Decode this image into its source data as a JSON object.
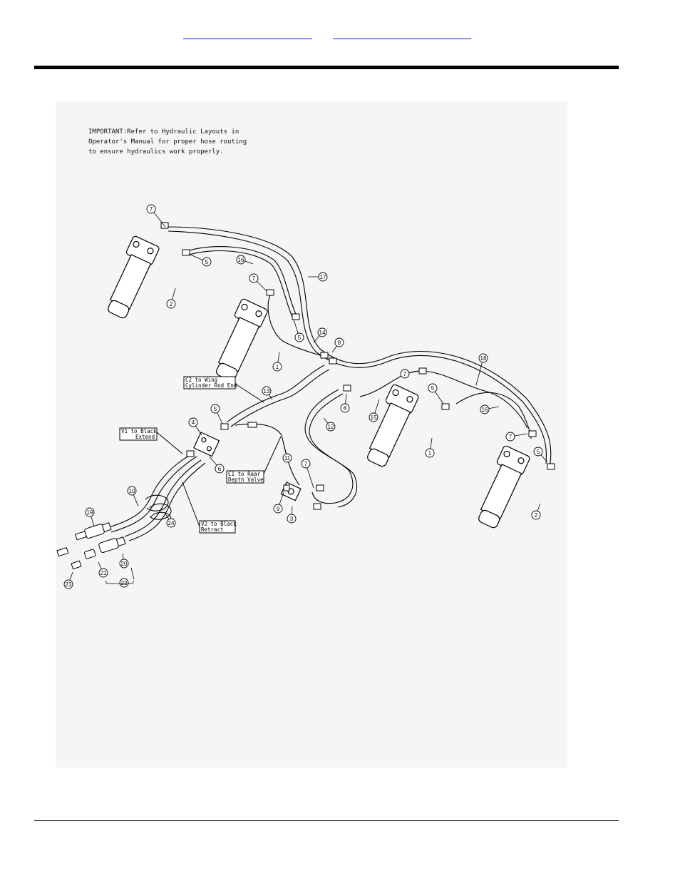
{
  "header": {
    "links": [
      "",
      ""
    ],
    "link_color": "#1a1aee"
  },
  "diagram": {
    "note": "IMPORTANT:Refer to Hydraulic Layouts in\nOperator's Manual for proper hose routing\nto ensure hydraulics work properly.",
    "labels": {
      "c2_wing": [
        "C2 to Wing",
        "Cylinder Rod End"
      ],
      "v1_black": [
        "V1 to Black",
        "Extend"
      ],
      "c1_rear": [
        "C1 to Rear",
        "Depth Valve"
      ],
      "v2_black": [
        "V2 to Black",
        "Retract"
      ]
    },
    "callouts": [
      "7",
      "5",
      "16",
      "17",
      "2",
      "7",
      "5",
      "1",
      "14",
      "8",
      "18",
      "7",
      "5",
      "16",
      "7",
      "5",
      "2",
      "1",
      "13",
      "5",
      "4",
      "8",
      "15",
      "12",
      "6",
      "11",
      "7",
      "9",
      "3",
      "10",
      "19",
      "24",
      "20",
      "21",
      "22",
      "23"
    ]
  }
}
